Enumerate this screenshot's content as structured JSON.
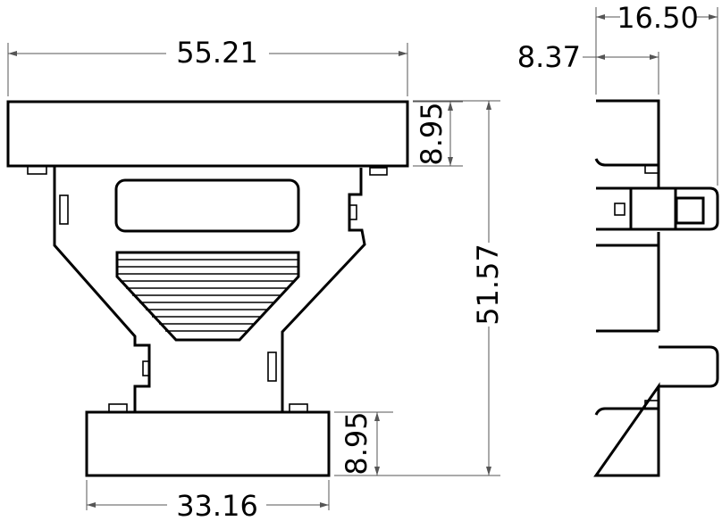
{
  "drawing": {
    "subject": "connector hood dimensional drawing",
    "units": "mm",
    "views": [
      "front-view",
      "side-view"
    ]
  },
  "dimensions": {
    "overall_width": "55.21",
    "bottom_width": "33.16",
    "overall_height": "51.57",
    "top_flange_height": "8.95",
    "bottom_flange_height": "8.95",
    "side_total_depth": "16.50",
    "side_body_depth": "8.37"
  },
  "colors": {
    "line": "#000000",
    "dimension_line": "#555555",
    "background": "#ffffff"
  }
}
